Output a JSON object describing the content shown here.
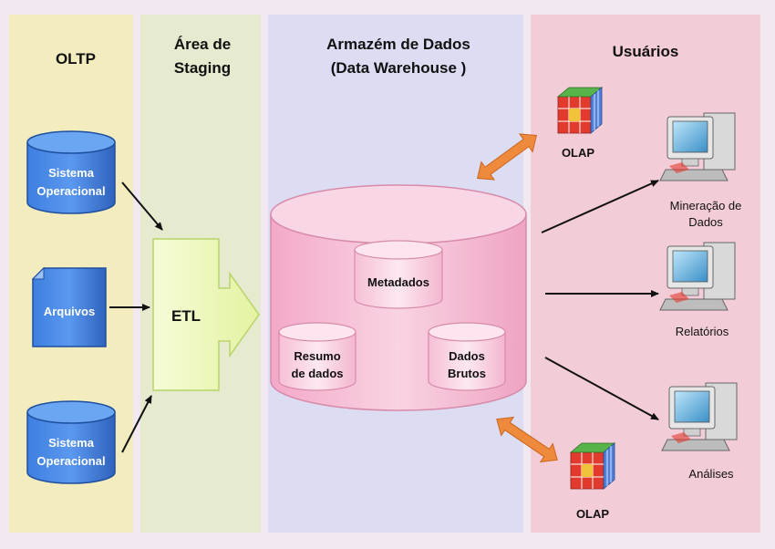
{
  "columns": {
    "oltp": "OLTP",
    "staging_line1": "Área de",
    "staging_line2": "Staging",
    "dw_line1": "Armazém de Dados",
    "dw_line2": "(Data Warehouse )",
    "users": "Usuários"
  },
  "sources": {
    "db1_line1": "Sistema",
    "db1_line2": "Operacional",
    "files": "Arquivos",
    "db2_line1": "Sistema",
    "db2_line2": "Operacional"
  },
  "etl": "ETL",
  "warehouse": {
    "metadata": "Metadados",
    "summary_line1": "Resumo",
    "summary_line2": "de dados",
    "raw_line1": "Dados",
    "raw_line2": "Brutos"
  },
  "users": {
    "olap_top": "OLAP",
    "olap_bottom": "OLAP",
    "mining_line1": "Mineração de",
    "mining_line2": "Dados",
    "reports": "Relatórios",
    "analyses": "Análises"
  },
  "colors": {
    "oltp_band": "#f3ecbf",
    "staging_band": "#e6ebcf",
    "dw_band": "#dcdcf2",
    "users_band": "#f2ccd6",
    "source_blue": "#3a78d8",
    "etl_green": "#e9f7b0",
    "dw_pink": "#f7bfd6",
    "orange_arrow": "#ef8a3c"
  }
}
